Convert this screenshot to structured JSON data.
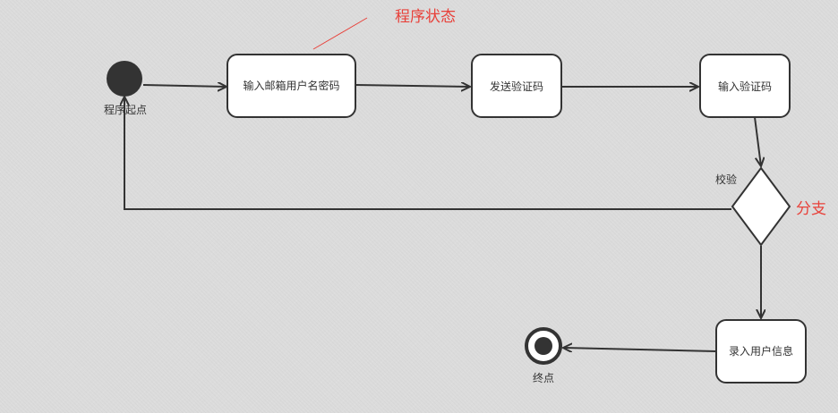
{
  "diagram": {
    "start_label": "程序起点",
    "end_label": "终点",
    "states": {
      "input_credentials": "输入邮箱用户名密码",
      "send_code": "发送验证码",
      "input_code": "输入验证码",
      "record_info": "录入用户信息"
    },
    "decision_label": "校验",
    "annotations": {
      "program_state": "程序状态",
      "branch": "分支"
    },
    "colors": {
      "background": "#dcdcdc",
      "stroke": "#333333",
      "annotation": "#e8413a"
    }
  }
}
